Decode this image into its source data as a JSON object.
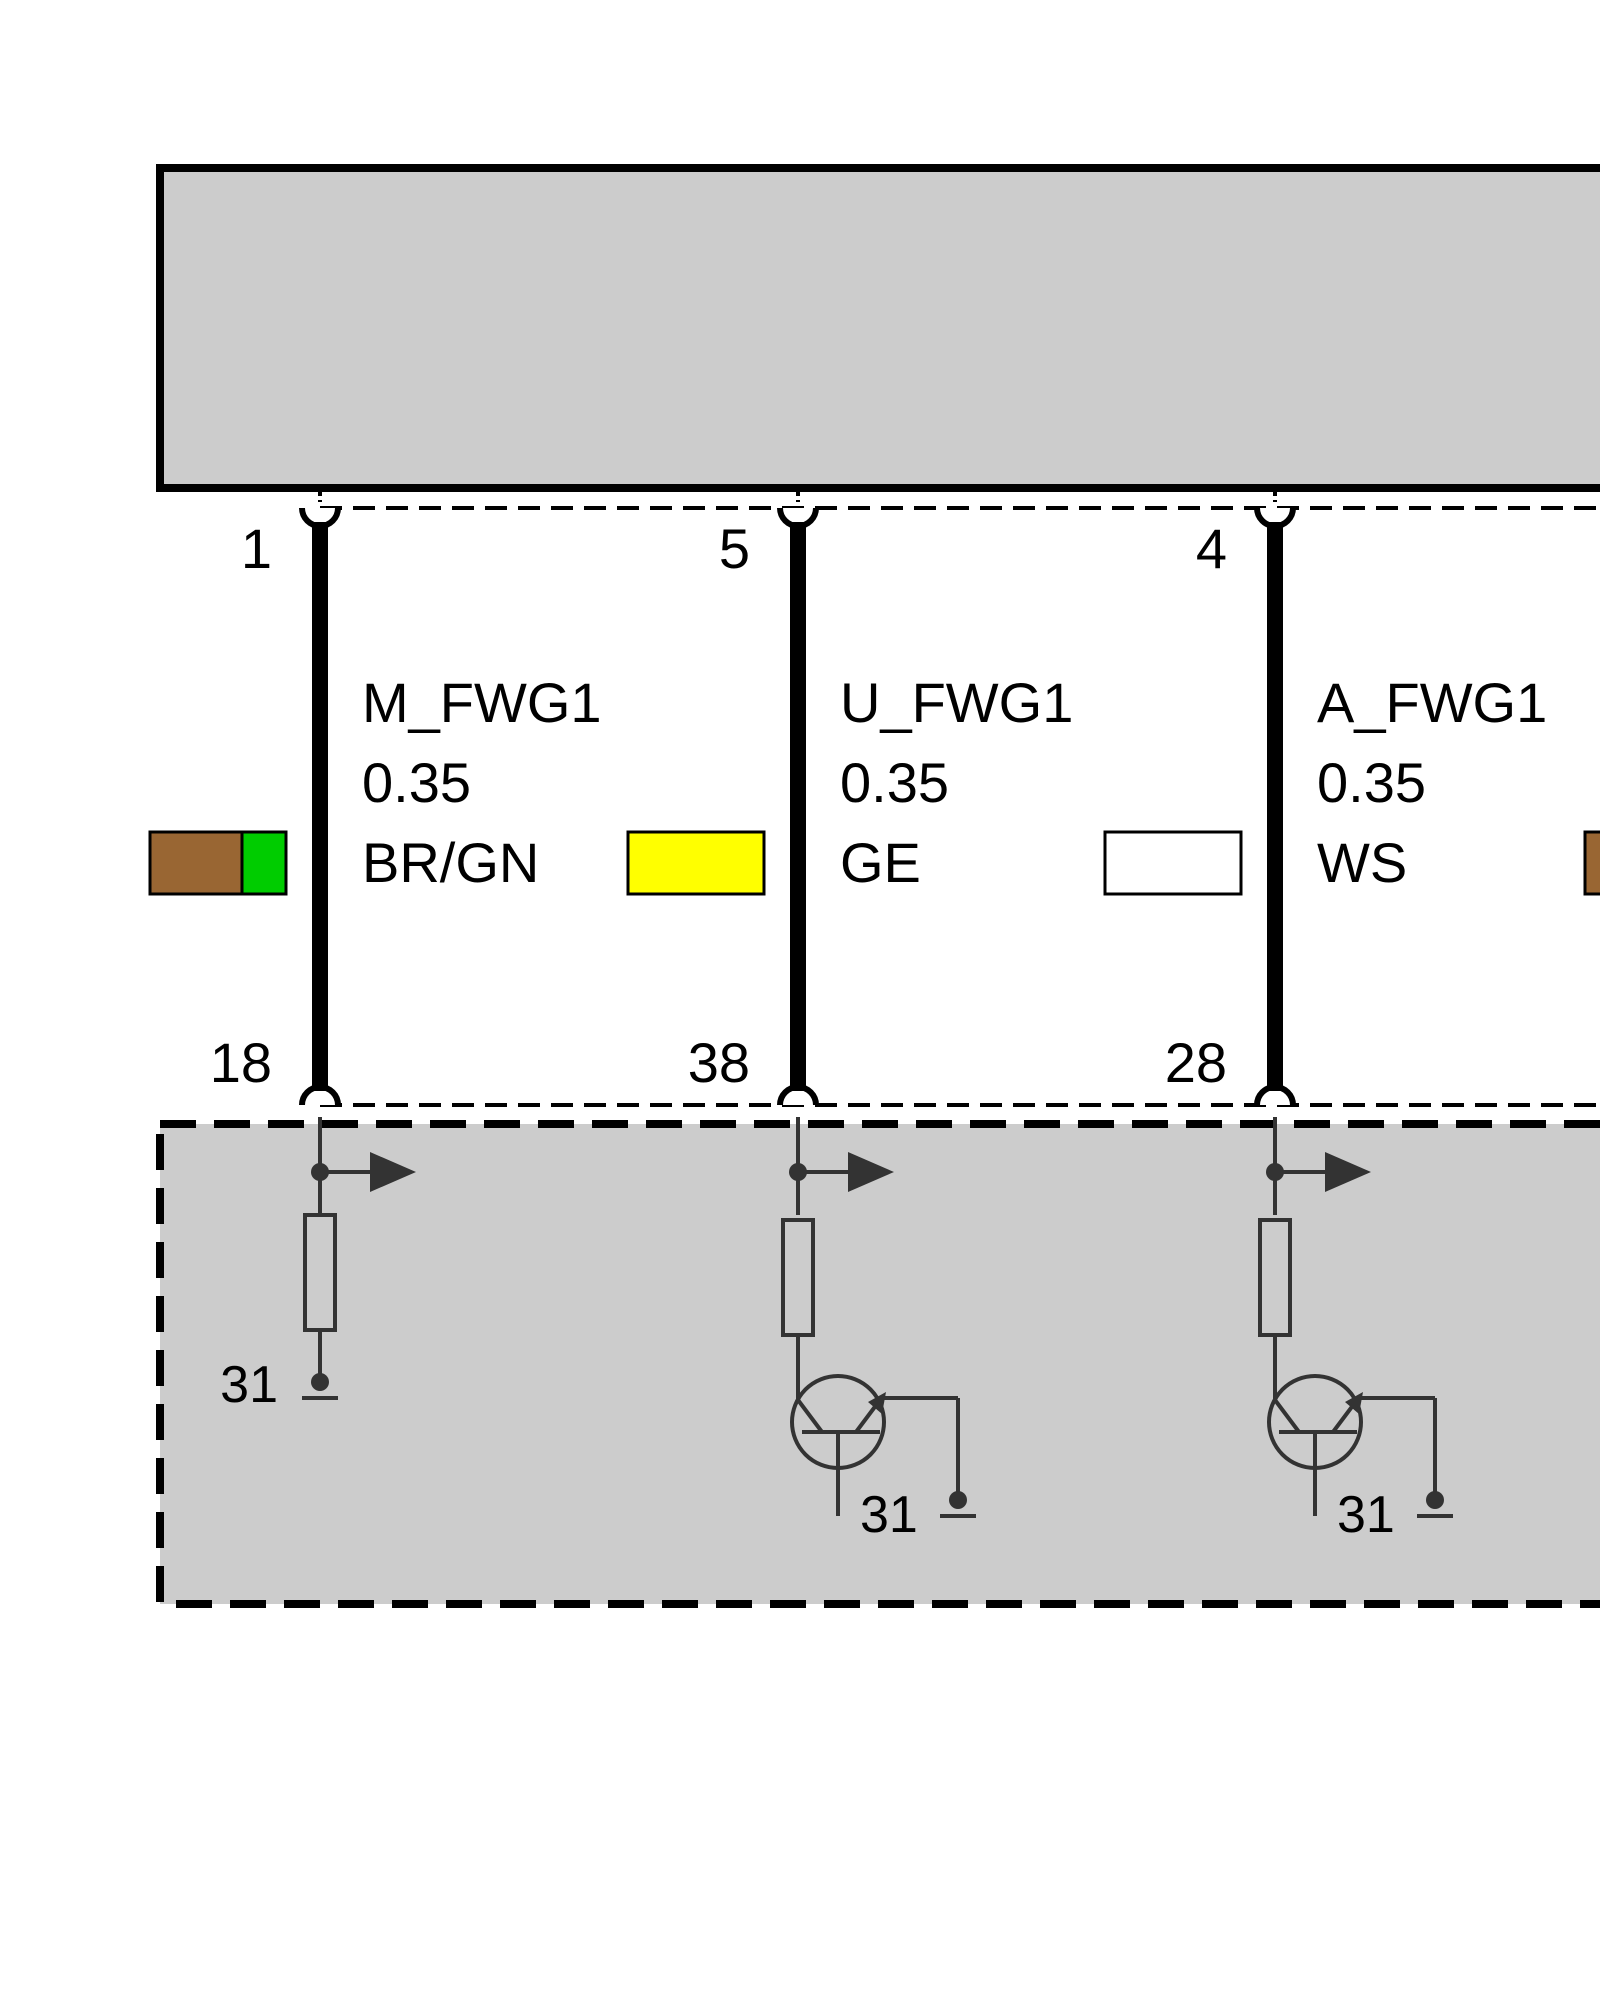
{
  "colors": {
    "module_fill": "#cccccc",
    "wire": "#000000",
    "component_stroke": "#333333",
    "brown": "#996633",
    "green": "#00cc00",
    "yellow": "#ffff00",
    "white": "#ffffff"
  },
  "wires": [
    {
      "pin_top": "1",
      "pin_bottom": "18",
      "signal": "M_FWG1",
      "cross_section": "0.35",
      "color_code": "BR/GN",
      "swatch_colors": [
        "#996633",
        "#00cc00"
      ],
      "circuit": "resistor-to-ground",
      "ground_label": "31"
    },
    {
      "pin_top": "5",
      "pin_bottom": "38",
      "signal": "U_FWG1",
      "cross_section": "0.35",
      "color_code": "GE",
      "swatch_colors": [
        "#ffff00"
      ],
      "circuit": "resistor-transistor",
      "ground_label": "31"
    },
    {
      "pin_top": "4",
      "pin_bottom": "28",
      "signal": "A_FWG1",
      "cross_section": "0.35",
      "color_code": "WS",
      "swatch_colors": [
        "#ffffff"
      ],
      "circuit": "resistor-transistor",
      "ground_label": "31"
    }
  ],
  "partial_next_swatch_color": "#996633"
}
